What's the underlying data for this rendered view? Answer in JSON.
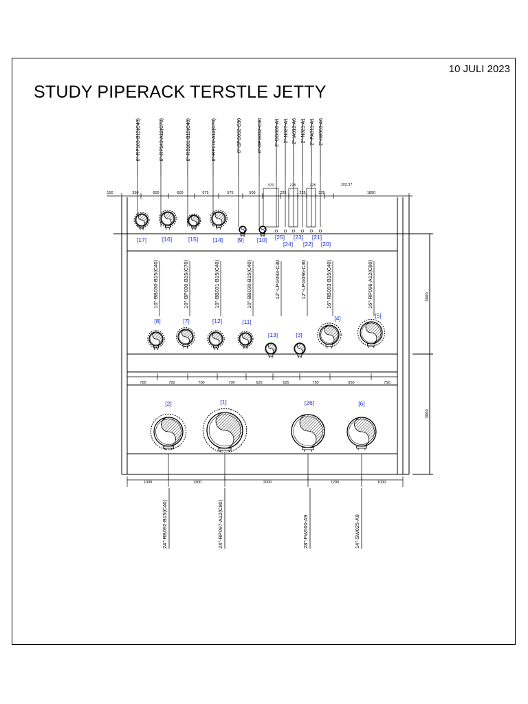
{
  "header": {
    "date": "10 JULI 2023",
    "title": "STUDY PIPERACK TERSTLE JETTY"
  },
  "colors": {
    "line": "#000000",
    "tag": "#1f2fd1",
    "hatch": "#222222"
  },
  "top_level": {
    "pipe_labels": [
      "8\"-RP183-B15(C40)",
      "8\"-RP143-A12(C70)",
      "8\"-RB181-B15(C40)",
      "8\"-RP176-A12(C70)",
      "8\"-BPG032-C30",
      "8\"-BPG032-C30",
      "2\"-DO060-A1",
      "2\"-N027-A1",
      "2\"-IA013-A6",
      "2\"-N021-A1",
      "2\"-PA011-A1",
      "2\"-IW003-A6"
    ],
    "dims": [
      "150",
      "350",
      "600",
      "600",
      "575",
      "575",
      "500",
      "370",
      "225",
      "225",
      "225",
      "225",
      "225",
      "102,37",
      "1850"
    ],
    "tags": [
      "[17]",
      "[16]",
      "[15]",
      "[14]",
      "[9]",
      "[10]",
      "[25]",
      "[23]",
      "[21]",
      "[24]",
      "[22]",
      "[20]"
    ]
  },
  "mid_level": {
    "pipe_labels": [
      "10\"-BB030-B15(C40)",
      "10\"-BP030-B15(C70)",
      "10\"-BB031-B15(C40)",
      "10\"-BB030-B15(C40)",
      "12\"-LPG093-C30",
      "12\"-LPG096-C30",
      "16\"-RB093-B15(C40)",
      "16\"-RP096-A12(C80)"
    ],
    "tags": [
      "[8]",
      "[7]",
      "[12]",
      "[11]",
      "[13]",
      "[3]",
      "[4]",
      "[5]"
    ],
    "dims": [
      "700",
      "700",
      "700",
      "700",
      "625",
      "625",
      "750",
      "950",
      "750"
    ]
  },
  "bottom_level": {
    "tags": [
      "[2]",
      "[1]",
      "[26]",
      "[6]"
    ],
    "dims": [
      "1000",
      "1300",
      "2000",
      "1200",
      "1000"
    ],
    "pipe_labels": [
      "24\"-RB092-B15(C40)",
      "24\"-RP097-A12(C80)",
      "28\"-FW000-A9",
      "14\"-SW025-A9"
    ]
  },
  "vertical_dims": [
    "3000",
    "3000"
  ]
}
